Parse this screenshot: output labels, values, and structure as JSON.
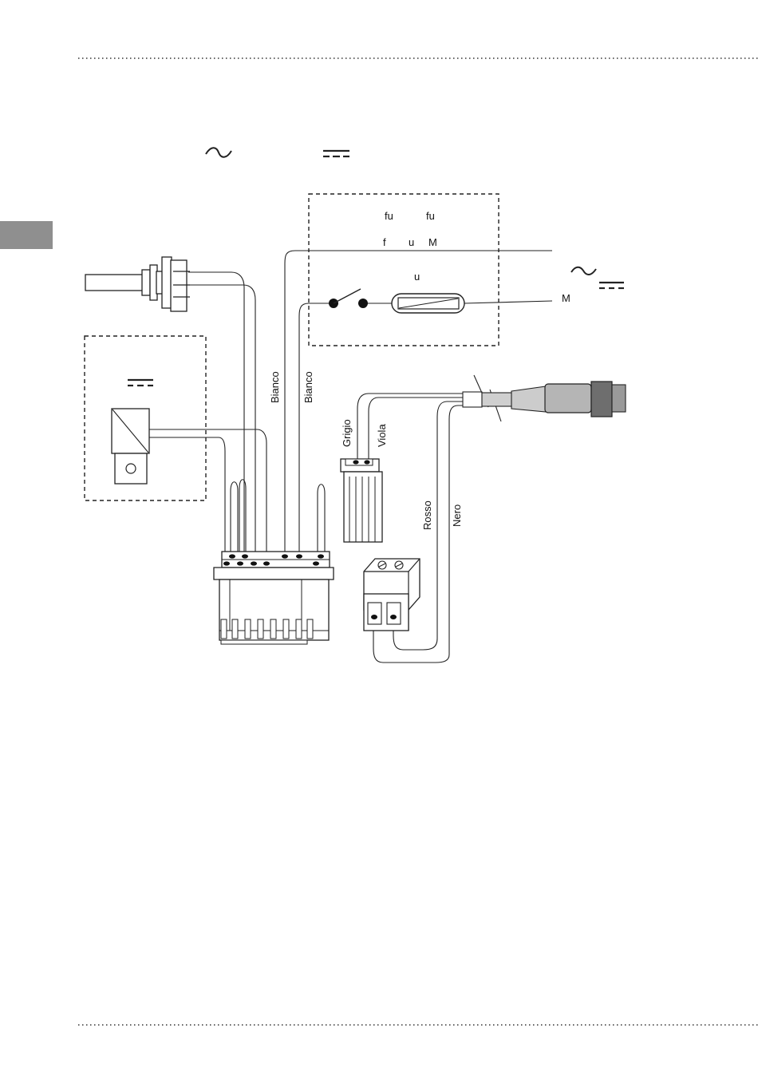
{
  "symbols": {
    "ac": "~",
    "dc": "DC"
  },
  "labels": {
    "fu_left": "fu",
    "fu_right": "fu",
    "f": "f",
    "u_top": "u",
    "M_top": "M",
    "u_mid": "u",
    "M_right": "M"
  },
  "wire_labels": {
    "bianco_1": "Bianco",
    "bianco_2": "Bianco",
    "grigio": "Grigio",
    "viola": "Viola",
    "rosso": "Rosso",
    "nero": "Nero"
  },
  "colors": {
    "ink": "#222222",
    "side_tab": "#8f8f8f",
    "connector_body": "#b5b5b5",
    "connector_dark": "#6e6e6e"
  }
}
